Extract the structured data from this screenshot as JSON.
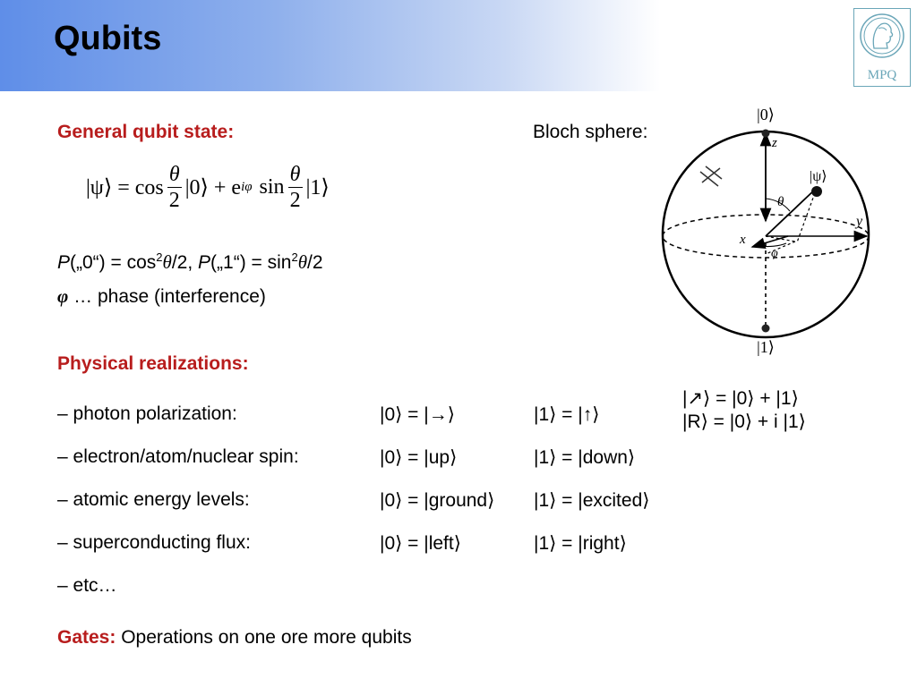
{
  "slide": {
    "title": "Qubits",
    "logo_text": "MPQ",
    "general_heading": "General qubit state:",
    "bloch_label": "Bloch sphere:",
    "formula": {
      "lhs": "|ψ⟩ = cos",
      "theta": "θ",
      "two": "2",
      "ket0": "|0⟩ + e",
      "sup": "iφ",
      "sin": "sin",
      "ket1": "|1⟩"
    },
    "prob_line": {
      "p1": "P",
      "a": "(„0“) = cos",
      "sq": "2",
      "th": "θ",
      "b": "/2,  ",
      "p2": "P",
      "c": "(„1“) = sin",
      "d": "/2"
    },
    "phase_line": {
      "phi": "φ",
      "text": " … phase (interference)"
    },
    "physical_heading": "Physical realizations:",
    "realizations": [
      {
        "name": "– photon polarization:",
        "zero": "|0⟩ = |→⟩",
        "one": "|1⟩ = |↑⟩"
      },
      {
        "name": "– electron/atom/nuclear spin:",
        "zero": "|0⟩ = |up⟩",
        "one": "|1⟩ = |down⟩"
      },
      {
        "name": "– atomic energy levels:",
        "zero": "|0⟩ = |ground⟩",
        "one": "|1⟩ = |excited⟩"
      },
      {
        "name": "– superconducting flux:",
        "zero": "|0⟩ = |left⟩",
        "one": "|1⟩ = |right⟩"
      },
      {
        "name": "– etc…"
      }
    ],
    "polarization_notes": [
      "|↗⟩ = |0⟩ + |1⟩",
      "|R⟩ = |0⟩ + i |1⟩"
    ],
    "gates_label": "Gates:",
    "gates_text": " Operations on one ore more qubits"
  },
  "bloch": {
    "top_ket": "|0⟩",
    "bottom_ket": "|1⟩",
    "psi": "|ψ⟩",
    "z": "z",
    "y": "y",
    "x": "x",
    "theta": "θ",
    "phi": "φ"
  }
}
